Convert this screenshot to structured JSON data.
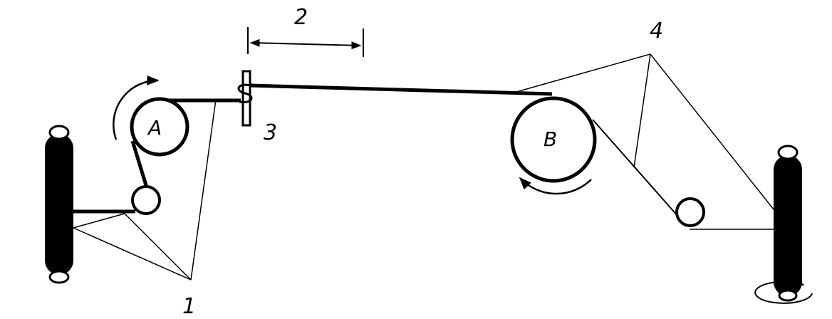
{
  "labels": {
    "take_up_point": "1",
    "draft_zone": "2",
    "twist_element": "3",
    "supply_point": "4",
    "roller_a": "A",
    "roller_b": "B"
  },
  "colors": {
    "ink": "#000000",
    "background": "#ffffff"
  }
}
